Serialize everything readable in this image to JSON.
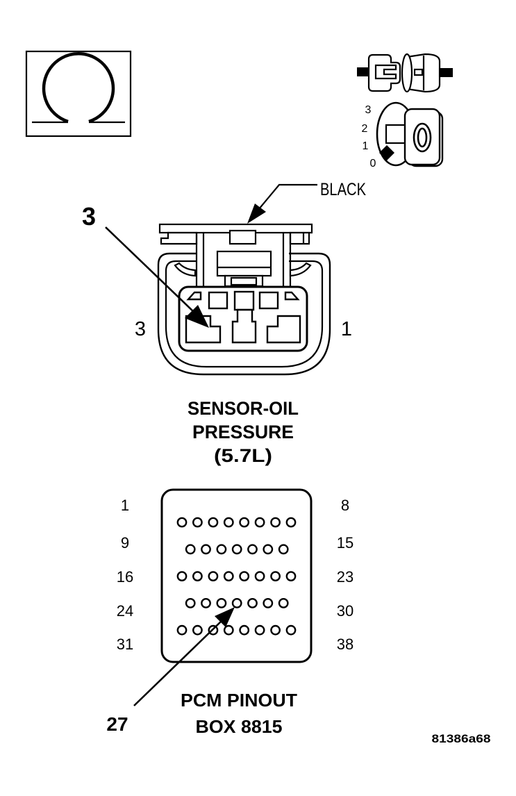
{
  "figure": {
    "code": "81386a68"
  },
  "legend": {
    "ohmmeter_icon": "ohmmeter-symbol",
    "terminal_icon": "terminal-pair",
    "dial_icon": "cavity-order-dial",
    "cavity_numbers": [
      "3",
      "2",
      "1",
      "0"
    ]
  },
  "connector": {
    "wire_color_label": "BLACK",
    "callout_pin": "3",
    "left_pin_label": "3",
    "right_pin_label": "1",
    "caption": [
      "SENSOR-OIL",
      "PRESSURE",
      "(5.7L)"
    ]
  },
  "pcm": {
    "caption": [
      "PCM PINOUT",
      "BOX 8815"
    ],
    "callout_pin": "27",
    "rows": [
      {
        "left": "1",
        "right": "8",
        "pins": 8
      },
      {
        "left": "9",
        "right": "15",
        "pins": 7
      },
      {
        "left": "16",
        "right": "23",
        "pins": 8
      },
      {
        "left": "24",
        "right": "30",
        "pins": 7
      },
      {
        "left": "31",
        "right": "38",
        "pins": 8
      }
    ]
  },
  "colors": {
    "ink": "#000000",
    "paper": "#ffffff"
  }
}
